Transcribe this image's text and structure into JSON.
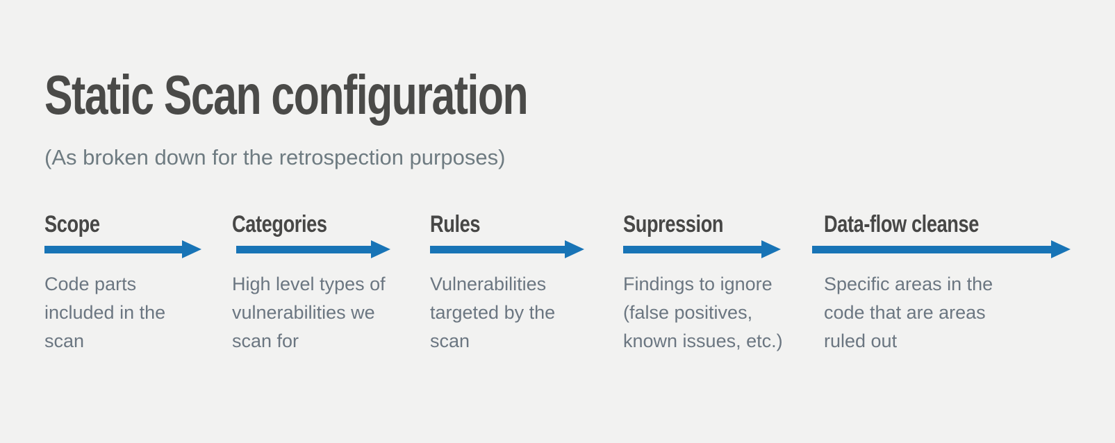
{
  "page": {
    "title": "Static Scan configuration",
    "subtitle": "(As broken down for the retrospection purposes)"
  },
  "colors": {
    "background": "#f2f2f1",
    "title": "#4a4a48",
    "heading": "#474746",
    "subtitle": "#6e7b81",
    "body_text": "#6b7681",
    "arrow": "#1874b6"
  },
  "stages": [
    {
      "label": "Scope",
      "description": [
        "Code parts",
        "included in the",
        "scan"
      ]
    },
    {
      "label": "Categories",
      "description": [
        "High level types of",
        "vulnerabilities we",
        "scan for"
      ]
    },
    {
      "label": "Rules",
      "description": [
        "Vulnerabilities",
        "targeted by the",
        "scan"
      ]
    },
    {
      "label": "Supression",
      "description": [
        "Findings to ignore",
        "(false positives,",
        "known issues, etc.)"
      ]
    },
    {
      "label": "Data-flow cleanse",
      "description": [
        "Specific areas in the",
        "code that are areas",
        "ruled out"
      ]
    }
  ]
}
